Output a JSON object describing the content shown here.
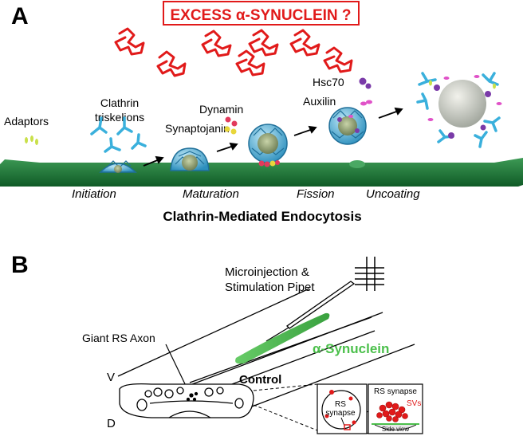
{
  "panel_a": {
    "letter": "A",
    "headline": "EXCESS α-SYNUCLEIN ?",
    "labels": {
      "adaptors": "Adaptors",
      "clathrin_1": "Clathrin",
      "clathrin_2": "triskelions",
      "dynamin": "Dynamin",
      "synaptojanin": "Synaptojanin",
      "hsc70": "Hsc70",
      "auxilin": "Auxilin"
    },
    "stages": [
      "Initiation",
      "Maturation",
      "Fission",
      "Uncoating"
    ],
    "caption": "Clathrin-Mediated Endocytosis"
  },
  "panel_b": {
    "letter": "B",
    "pipet_line1": "Microinjection &",
    "pipet_line2": "Stimulation Pipet",
    "axon_label": "Giant RS Axon",
    "synuclein_label": "α-Synuclein",
    "control_label": "Control",
    "v_label": "V",
    "d_label": "D",
    "rs_label_1": "RS",
    "rs_label_2": "synapse",
    "inset_title": "RS synapse",
    "svs_label": "SVs",
    "side_view_label": "Side view"
  },
  "colors": {
    "synuclein_red": "#e11a1a",
    "clathrin_blue": "#3ab0dc",
    "membrane_green": "#1f7a3a",
    "synuclein_green": "#4cc04c"
  }
}
